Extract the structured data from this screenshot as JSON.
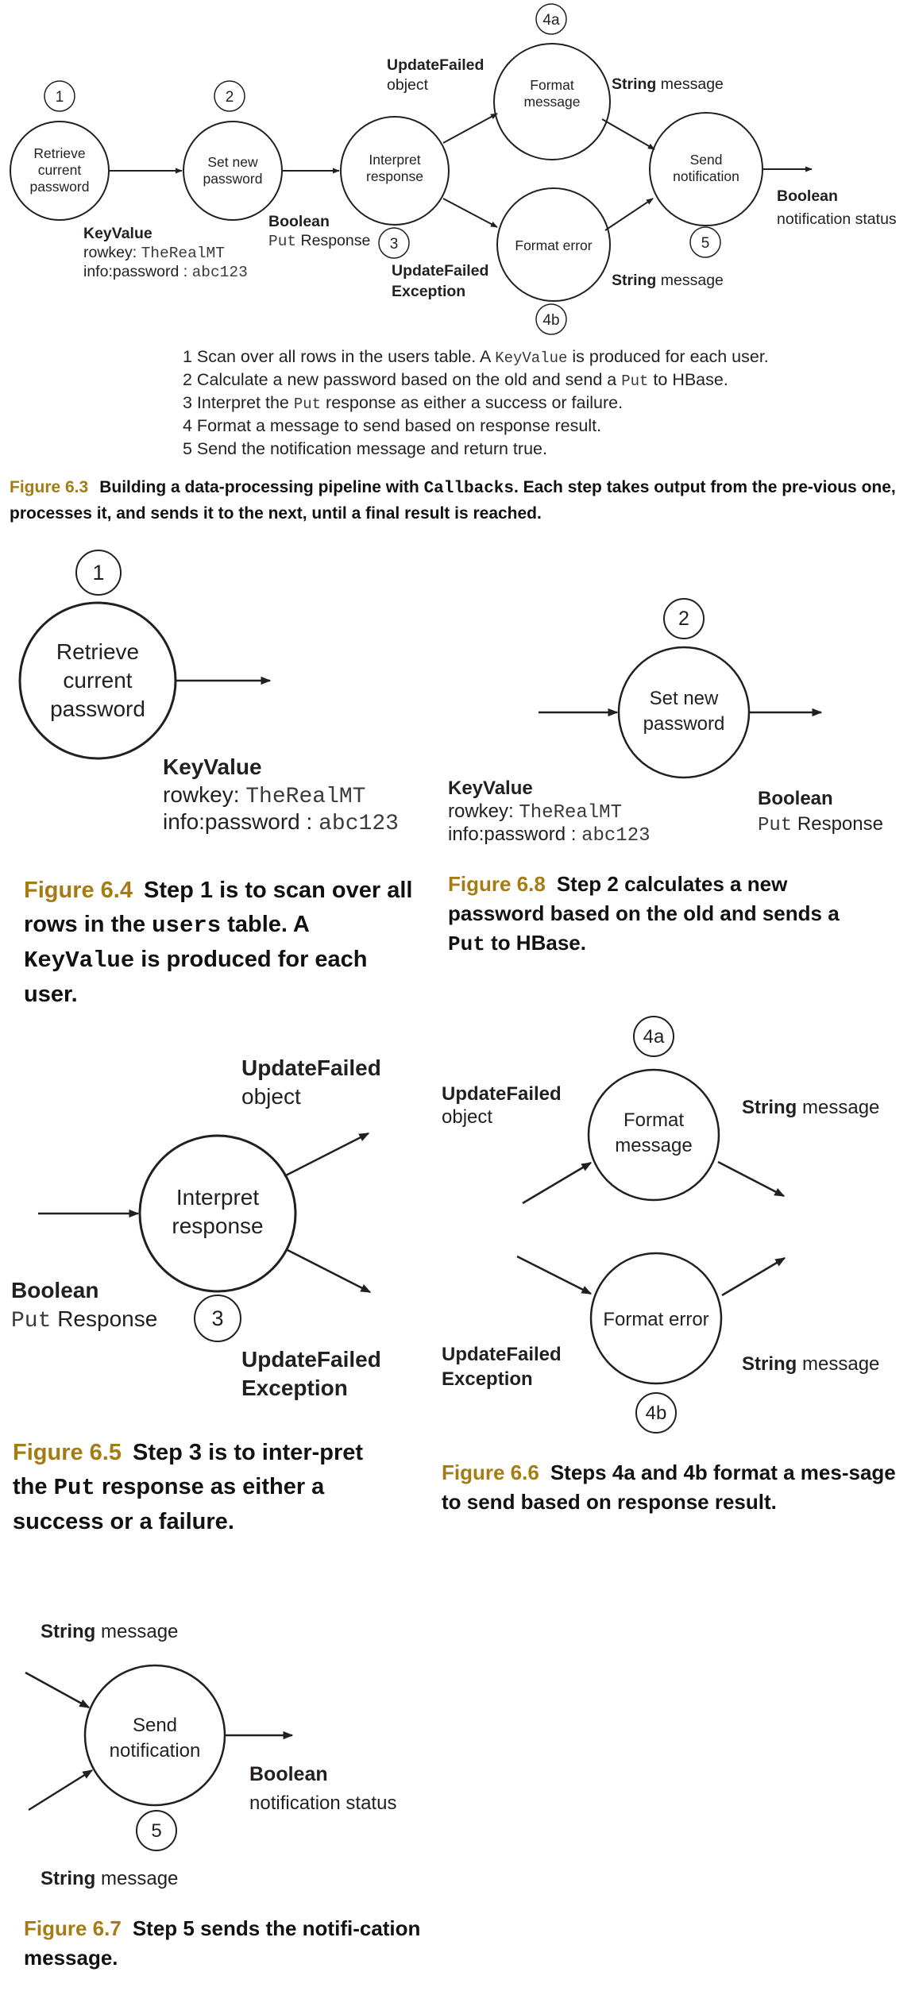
{
  "colors": {
    "ink": "#231f20",
    "caption_number": "#a57c13",
    "background": "#ffffff"
  },
  "labels": {
    "retrieve": [
      "Retrieve",
      "current",
      "password"
    ],
    "set_new": [
      "Set new",
      "password"
    ],
    "interpret": [
      "Interpret",
      "response"
    ],
    "format_message": [
      "Format",
      "message"
    ],
    "format_error": "Format error",
    "send_notification": [
      "Send",
      "notification"
    ],
    "keyvalue": "KeyValue",
    "rowkey_label": "rowkey:",
    "rowkey_value": "TheRealMT",
    "password_label": "info:password :",
    "password_value": "abc123",
    "boolean": "Boolean",
    "put": "Put",
    "response": "Response",
    "update_failed": "UpdateFailed",
    "object": "object",
    "exception": "Exception",
    "string": "String",
    "message": "message",
    "notification_status": "notification status"
  },
  "step_numbers": {
    "s1": "1",
    "s2": "2",
    "s3": "3",
    "s4a": "4a",
    "s4b": "4b",
    "s5": "5"
  },
  "steps_list": [
    {
      "pre": "1 Scan over all rows in the users table. A ",
      "code": "KeyValue",
      "post": " is produced for each user."
    },
    {
      "pre": "2 Calculate a new password based on the old and send a ",
      "code": "Put",
      "post": " to HBase."
    },
    {
      "pre": "3 Interpret the ",
      "code": "Put",
      "post": " response as either a success or failure."
    },
    {
      "pre": "4 Format a message to send based on response result.",
      "code": "",
      "post": ""
    },
    {
      "pre": "5 Send the notification message and return true.",
      "code": "",
      "post": ""
    }
  ],
  "captions": {
    "fig63": {
      "number": "Figure 6.3",
      "pre": "Building a data-processing pipeline with ",
      "code": "Callbacks",
      "post": ". Each step takes output from the pre-vious one, processes it, and sends it to the next, until a final result is reached."
    },
    "fig64": {
      "number": "Figure 6.4",
      "pre": "Step 1 is to scan over all rows in the ",
      "code": "users",
      "mid": " table. A ",
      "code2": "KeyValue",
      "post": " is produced for each user."
    },
    "fig68": {
      "number": "Figure 6.8",
      "pre": "Step 2 calculates a new password based on the old and sends a ",
      "code": "Put",
      "post": " to HBase."
    },
    "fig65": {
      "number": "Figure 6.5",
      "pre": "Step 3 is to inter-pret the ",
      "code": "Put",
      "post": " response as either a success or a failure."
    },
    "fig66": {
      "number": "Figure 6.6",
      "text": "Steps 4a and 4b format a mes-sage to send based on response result."
    },
    "fig67": {
      "number": "Figure 6.7",
      "text": "Step 5 sends the notifi-cation message."
    }
  }
}
